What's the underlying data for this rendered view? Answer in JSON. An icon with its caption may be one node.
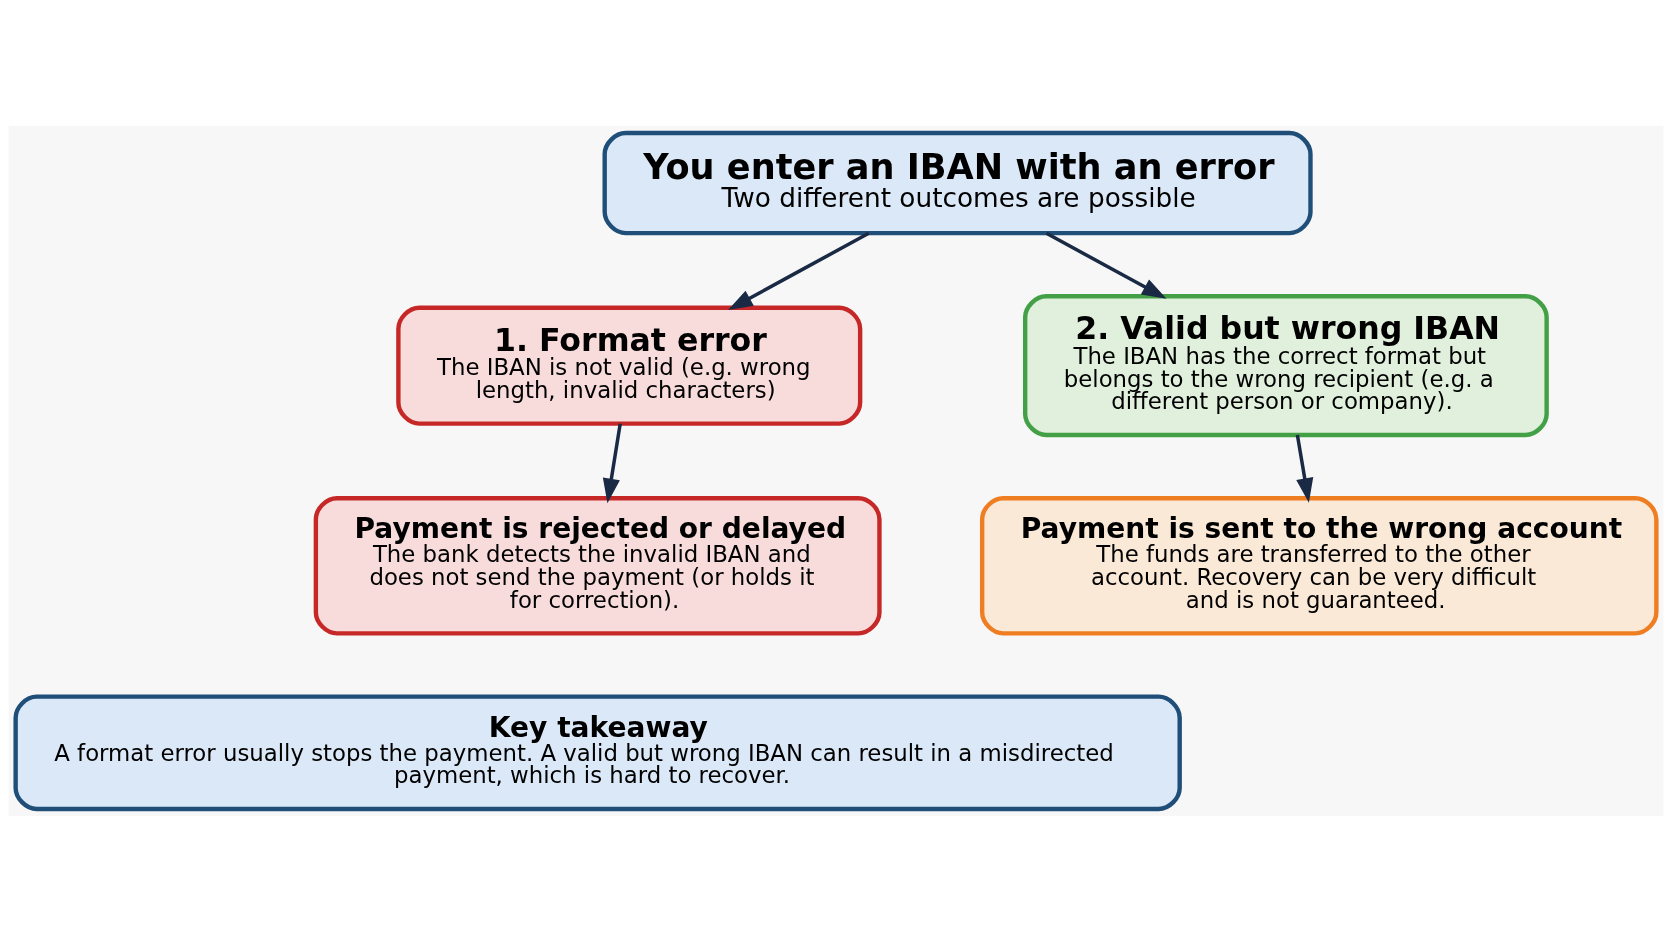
{
  "diagram": {
    "nodes": [
      {
        "text": [
          "You enter an IBAN with an error",
          "Two different outcomes are possible"
        ]
      },
      {
        "text": [
          "1. Format error",
          "The IBAN is not valid (e.g. wrong length, invalid characters)"
        ]
      },
      {
        "text": [
          "2. Valid but wrong IBAN",
          "The IBAN has the correct format but belongs to the wrong recipient (e.g. a different person or company)."
        ]
      },
      {
        "text": [
          "Payment is rejected or delayed",
          "The bank detects the invalid IBAN and does not send the payment (or holds it for correction)."
        ]
      },
      {
        "text": [
          "Payment is sent to the wrong account",
          "The funds are transferred to the other account. Recovery can be very difficult and is not guaranteed."
        ]
      },
      {
        "text": [
          "Key takeaway",
          "A format error usually stops the payment. A valid but wrong IBAN can result in a misdirected payment, which is hard to recover."
        ]
      }
    ],
    "edges": [
      {
        "from": 0,
        "to": 1,
        "arrow": "to"
      },
      {
        "from": 0,
        "to": 2,
        "arrow": "to"
      },
      {
        "from": 1,
        "to": 3,
        "arrow": "to"
      },
      {
        "from": 2,
        "to": 4,
        "arrow": "to"
      }
    ]
  }
}
